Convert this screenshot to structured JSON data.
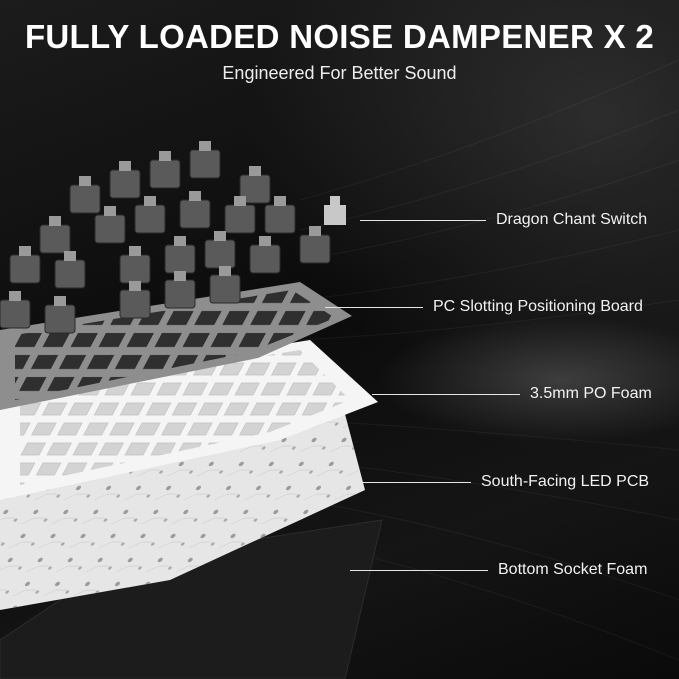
{
  "header": {
    "title": "FULLY LOADED NOISE DAMPENER X 2",
    "subtitle": "Engineered For Better Sound"
  },
  "callouts": [
    {
      "label": "Dragon Chant Switch"
    },
    {
      "label": "PC Slotting Positioning Board"
    },
    {
      "label": "3.5mm PO Foam"
    },
    {
      "label": "South-Facing LED PCB"
    },
    {
      "label": "Bottom Socket Foam"
    }
  ],
  "colors": {
    "background": "#0c0c0c",
    "text": "#ffffff",
    "switch_housing": "#5a5a5a",
    "plate": "#8a8a8a",
    "foam": "#f4f4f4",
    "pcb": "#e8e8e8",
    "bottom_foam": "#1a1a1a"
  }
}
